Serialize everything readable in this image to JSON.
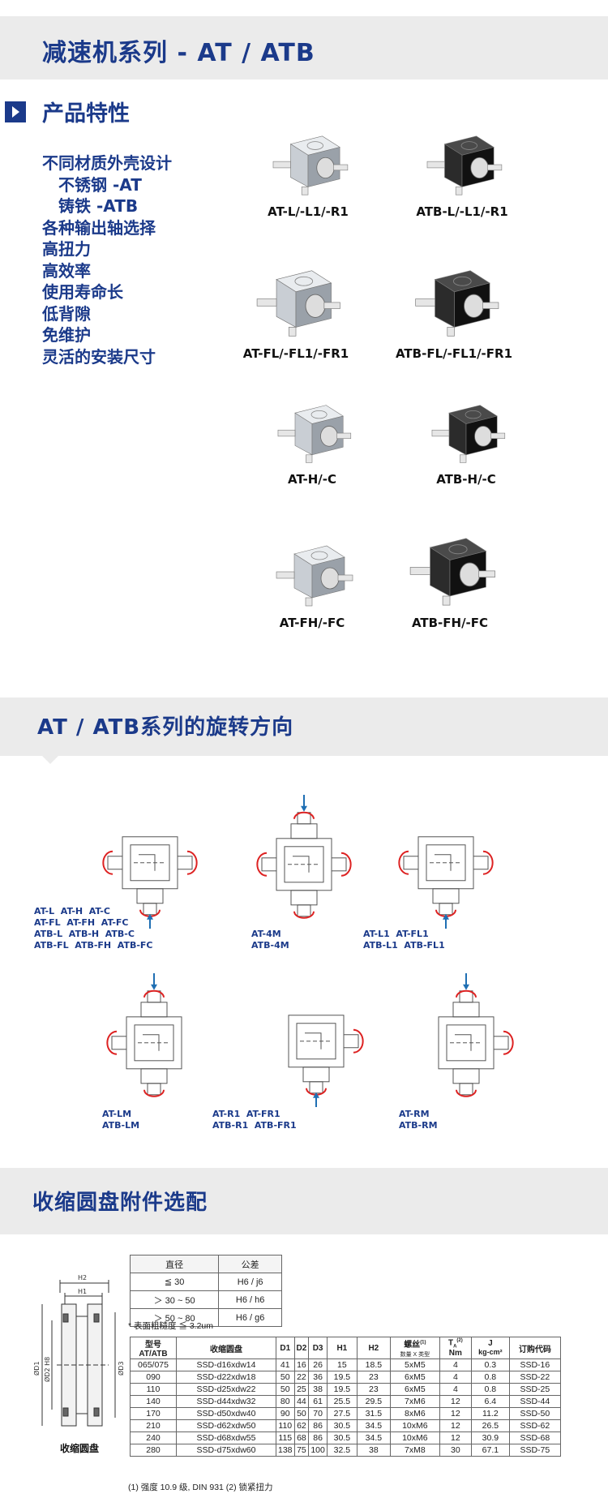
{
  "title_band": {
    "title": "减速机系列 - AT / ATB"
  },
  "features_section": {
    "heading": "产品特性",
    "items": [
      {
        "text": "不同材质外壳设计",
        "sub": false
      },
      {
        "text": "不锈钢 -AT",
        "sub": true
      },
      {
        "text": "铸铁 -ATB",
        "sub": true
      },
      {
        "text": "各种输出轴选择",
        "sub": false
      },
      {
        "text": "高扭力",
        "sub": false
      },
      {
        "text": "高效率",
        "sub": false
      },
      {
        "text": "使用寿命长",
        "sub": false
      },
      {
        "text": "低背隙",
        "sub": false
      },
      {
        "text": "免维护",
        "sub": false
      },
      {
        "text": "灵活的安装尺寸",
        "sub": false
      }
    ]
  },
  "products": [
    {
      "label": "AT-L/-L1/-R1",
      "finish": "silver"
    },
    {
      "label": "ATB-L/-L1/-R1",
      "finish": "black"
    },
    {
      "label": "AT-FL/-FL1/-FR1",
      "finish": "silver"
    },
    {
      "label": "ATB-FL/-FL1/-FR1",
      "finish": "black"
    },
    {
      "label": "AT-H/-C",
      "finish": "silver"
    },
    {
      "label": "ATB-H/-C",
      "finish": "black"
    },
    {
      "label": "AT-FH/-FC",
      "finish": "silver"
    },
    {
      "label": "ATB-FH/-FC",
      "finish": "black"
    }
  ],
  "rotation_band": {
    "title": "AT / ATB系列的旋转方向"
  },
  "rotation_labels": [
    "AT-L  AT-H  AT-C\nAT-FL  AT-FH  AT-FC\nATB-L  ATB-H  ATB-C\nATB-FL  ATB-FH  ATB-FC",
    "AT-4M\nATB-4M",
    "AT-L1  AT-FL1\nATB-L1  ATB-FL1",
    "AT-LM\nATB-LM",
    "AT-R1  AT-FR1\nATB-R1  ATB-FR1",
    "AT-RM\nATB-RM"
  ],
  "shrink_band": {
    "title": "收缩圆盘附件选配"
  },
  "disk_drawing": {
    "caption": "收缩圆盘",
    "labels": [
      "H2",
      "H1",
      "ØD1",
      "ØD2 H8",
      "ØD3"
    ]
  },
  "tolerance_table": {
    "headers": [
      "直径",
      "公差"
    ],
    "rows": [
      [
        "≦ 30",
        "H6 / j6"
      ],
      [
        "＞ 30 ~ 50",
        "H6 / h6"
      ],
      [
        "＞ 50 ~ 80",
        "H6 / g6"
      ]
    ],
    "note": "* 表面粗糙度 ≦ 3.2um"
  },
  "spec_table": {
    "h_model": "型号",
    "h_model_sub": "AT/ATB",
    "h_disk": "收缩圆盘",
    "h_d1": "D1",
    "h_d2": "D2",
    "h_d3": "D3",
    "h_h1": "H1",
    "h_h2": "H2",
    "h_bolt": "螺丝",
    "h_bolt_sup": "(1)",
    "h_bolt_sub": "数量 X 类型",
    "h_t": "T",
    "h_t_sub": "A",
    "h_t_sup": "(2)",
    "h_t_unit": "Nm",
    "h_j": "J",
    "h_j_unit": "kg-cm²",
    "h_code": "订购代码",
    "rows": [
      [
        "065/075",
        "SSD-d16xdw14",
        "41",
        "16",
        "26",
        "15",
        "18.5",
        "5xM5",
        "4",
        "0.3",
        "SSD-16"
      ],
      [
        "090",
        "SSD-d22xdw18",
        "50",
        "22",
        "36",
        "19.5",
        "23",
        "6xM5",
        "4",
        "0.8",
        "SSD-22"
      ],
      [
        "110",
        "SSD-d25xdw22",
        "50",
        "25",
        "38",
        "19.5",
        "23",
        "6xM5",
        "4",
        "0.8",
        "SSD-25"
      ],
      [
        "140",
        "SSD-d44xdw32",
        "80",
        "44",
        "61",
        "25.5",
        "29.5",
        "7xM6",
        "12",
        "6.4",
        "SSD-44"
      ],
      [
        "170",
        "SSD-d50xdw40",
        "90",
        "50",
        "70",
        "27.5",
        "31.5",
        "8xM6",
        "12",
        "11.2",
        "SSD-50"
      ],
      [
        "210",
        "SSD-d62xdw50",
        "110",
        "62",
        "86",
        "30.5",
        "34.5",
        "10xM6",
        "12",
        "26.5",
        "SSD-62"
      ],
      [
        "240",
        "SSD-d68xdw55",
        "115",
        "68",
        "86",
        "30.5",
        "34.5",
        "10xM6",
        "12",
        "30.9",
        "SSD-68"
      ],
      [
        "280",
        "SSD-d75xdw60",
        "138",
        "75",
        "100",
        "32.5",
        "38",
        "7xM8",
        "30",
        "67.1",
        "SSD-75"
      ]
    ],
    "footnote": "(1) 强度 10.9 级, DIN 931  (2) 锁紧扭力"
  }
}
